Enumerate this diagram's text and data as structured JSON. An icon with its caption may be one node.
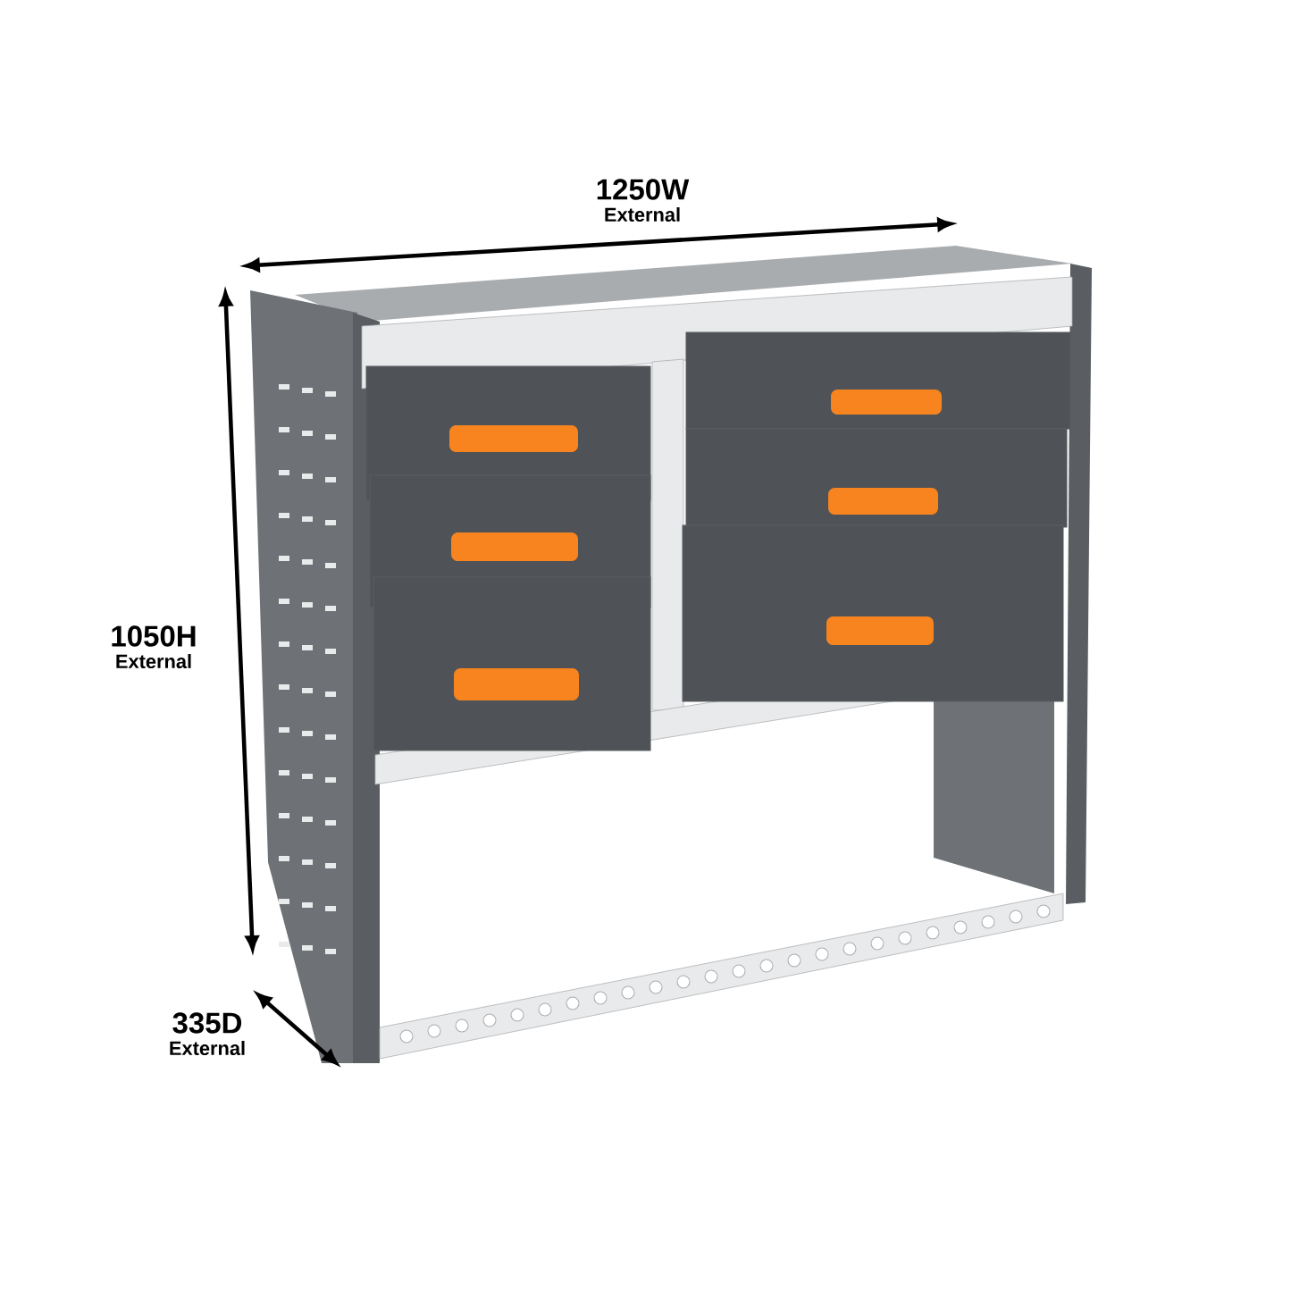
{
  "diagram": {
    "labels": [
      "1250W",
      "External",
      "1050H",
      "External",
      "335D",
      "External"
    ]
  }
}
